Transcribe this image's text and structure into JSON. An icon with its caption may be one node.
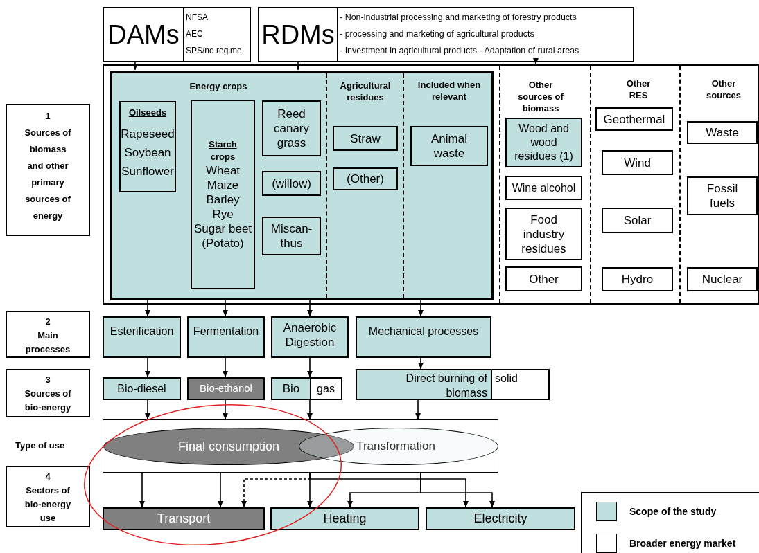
{
  "diagram": {
    "nodes": [
      {
        "text": [
          "DAMs",
          "NFSA",
          "AEC",
          "SPS/no regime"
        ]
      },
      {
        "text": [
          "RDMs",
          "- Non-industrial processing and marketing of forestry products",
          "- processing and marketing of agricultural products",
          "- Investment in agricultural products - Adaptation of rural areas"
        ]
      },
      {
        "text": [
          "Other sources of biomass",
          "Other RES",
          "Other sources"
        ]
      },
      {
        "text": [
          "Energy crops",
          "Agricultural residues",
          "Included when relevant"
        ],
        "in": 2
      },
      {
        "text": [
          "Oilseeds",
          "Rapeseed",
          "Soybean",
          "Sunflower"
        ],
        "in": 3
      },
      {
        "text": [
          "Starch crops",
          "Wheat",
          "Maize",
          "Barley",
          "Rye",
          "Sugar beet",
          "(Potato)"
        ],
        "in": 3
      },
      {
        "text": [
          "Reed canary grass"
        ],
        "in": 3
      },
      {
        "text": [
          "(willow)"
        ],
        "in": 3
      },
      {
        "text": [
          "Miscan- thus"
        ],
        "in": 3
      },
      {
        "text": [
          "Straw"
        ],
        "in": 3
      },
      {
        "text": [
          "(Other)"
        ],
        "in": 3
      },
      {
        "text": [
          "Animal waste"
        ],
        "in": 3
      },
      {
        "text": [
          "Wood and wood residues (1)"
        ],
        "in": 2
      },
      {
        "text": [
          "Wine alcohol"
        ],
        "in": 2
      },
      {
        "text": [
          "Food industry residues"
        ],
        "in": 2
      },
      {
        "text": [
          "Other"
        ],
        "in": 2
      },
      {
        "text": [
          "Geothermal"
        ],
        "in": 2
      },
      {
        "text": [
          "Wind"
        ],
        "in": 2
      },
      {
        "text": [
          "Solar"
        ],
        "in": 2
      },
      {
        "text": [
          "Hydro"
        ],
        "in": 2
      },
      {
        "text": [
          "Waste"
        ],
        "in": 2
      },
      {
        "text": [
          "Fossil fuels"
        ],
        "in": 2
      },
      {
        "text": [
          "Nuclear"
        ],
        "in": 2
      },
      {
        "text": [
          "1",
          "Sources of biomass and other primary sources of energy"
        ]
      },
      {
        "text": [
          "2",
          "Main processes"
        ]
      },
      {
        "text": [
          "3",
          "Sources of bio-energy"
        ]
      },
      {
        "text": [
          "4",
          "Sectors of bio-energy use"
        ]
      },
      {
        "text": [
          "Esterification"
        ]
      },
      {
        "text": [
          "Fermentation"
        ]
      },
      {
        "text": [
          "Anaerobic Digestion"
        ]
      },
      {
        "text": [
          "Mechanical processes"
        ]
      },
      {
        "text": [
          "Bio-diesel"
        ]
      },
      {
        "text": [
          "Bio-ethanol"
        ]
      },
      {
        "text": [
          "Bio",
          "gas"
        ]
      },
      {
        "text": [
          "Direct burning of",
          "solid",
          "biomass"
        ]
      },
      {
        "text": [],
        "shape": "box"
      },
      {
        "text": [
          "Final consumption"
        ],
        "in": 35
      },
      {
        "text": [
          "Transformation"
        ],
        "in": 35
      },
      {
        "text": [
          "Transport"
        ]
      },
      {
        "text": [
          "Heating"
        ]
      },
      {
        "text": [
          "Electricity"
        ]
      }
    ],
    "edges": [
      {
        "from": 0,
        "to": 3,
        "arrow": "to"
      },
      {
        "from": 1,
        "to": 3,
        "arrow": "to"
      },
      {
        "from": 1,
        "to": 2,
        "arrow": "to"
      },
      {
        "from": 3,
        "to": 27,
        "arrow": "to"
      },
      {
        "from": 3,
        "to": 28,
        "arrow": "to"
      },
      {
        "from": 3,
        "to": 29,
        "arrow": "to"
      },
      {
        "from": 3,
        "to": 30,
        "arrow": "to"
      },
      {
        "from": 27,
        "to": 31,
        "arrow": "to"
      },
      {
        "from": 28,
        "to": 32,
        "arrow": "to"
      },
      {
        "from": 29,
        "to": 33,
        "arrow": "to"
      },
      {
        "from": 30,
        "to": 34,
        "arrow": "to"
      },
      {
        "from": 31,
        "to": 35,
        "arrow": "to"
      },
      {
        "from": 32,
        "to": 35,
        "arrow": "to"
      },
      {
        "from": 33,
        "to": 35,
        "arrow": "to"
      },
      {
        "from": 34,
        "to": 35,
        "arrow": "to"
      },
      {
        "from": 35,
        "to": 38,
        "arrow": "to"
      },
      {
        "from": 35,
        "to": 38,
        "arrow": "to"
      },
      {
        "from": 35,
        "to": 38,
        "arrow": "to",
        "style": "dashed"
      },
      {
        "from": 35,
        "to": 39,
        "arrow": "to"
      },
      {
        "from": 35,
        "to": 40,
        "arrow": "to"
      },
      {
        "from": 35,
        "to": 39,
        "arrow": "to"
      },
      {
        "from": 35,
        "to": 40,
        "arrow": "to"
      }
    ],
    "labels": [
      "Type of use"
    ],
    "legend": [
      {
        "text": "Scope of the study",
        "color": "#bfe0df"
      },
      {
        "text": "Broader energy market",
        "color": "#ffffff"
      }
    ]
  }
}
